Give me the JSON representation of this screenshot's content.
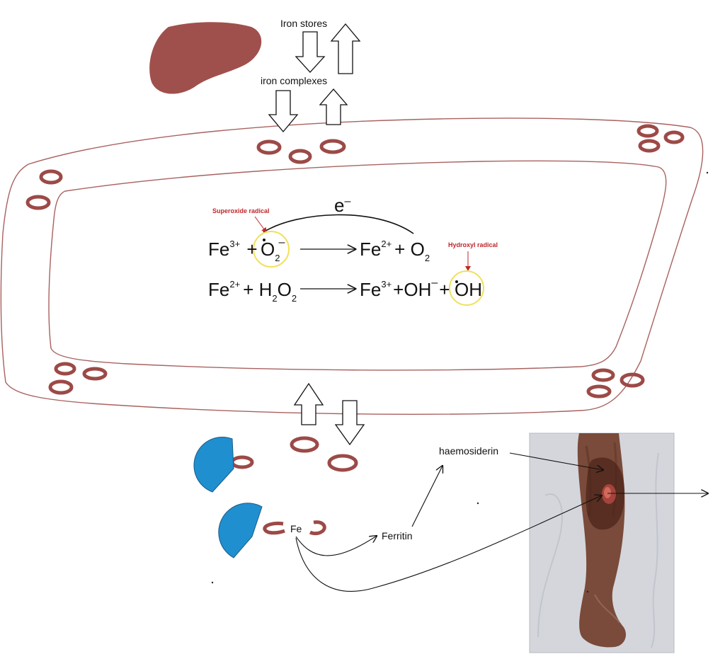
{
  "labels": {
    "iron_stores": "Iron stores",
    "iron_complexes": "iron complexes",
    "haemosiderin": "haemosiderin",
    "ferritin": "Ferritin",
    "fe": "Fe"
  },
  "annotations": {
    "superoxide": "Superoxide radical",
    "hydroxyl": "Hydroxyl radical",
    "electron": "e"
  },
  "equation1": {
    "fe_left": "Fe",
    "fe_left_charge": "3+",
    "plus": "+",
    "o2": "O",
    "o2_sub": "2",
    "o2_charge": "–",
    "fe_right": "Fe",
    "fe_right_charge": "2+",
    "plus2": "+ O",
    "o2b_sub": "2"
  },
  "equation2": {
    "fe_left": "Fe",
    "fe_left_charge": "2+",
    "h2o2": "+ H",
    "h_sub": "2",
    "o": "O",
    "o_sub": "2",
    "fe_right": "Fe",
    "fe_right_charge": "3+",
    "oh": "+OH",
    "oh_charge": "–",
    "plus_oh": "+",
    "oh_radical": "OH"
  },
  "colors": {
    "iron_ring": "#9c4a47",
    "liver": "#a0504c",
    "vessel": "#a8625f",
    "pacman": "#1f8fd0",
    "highlight": "#f1e05a",
    "annotation": "#c0262b"
  }
}
